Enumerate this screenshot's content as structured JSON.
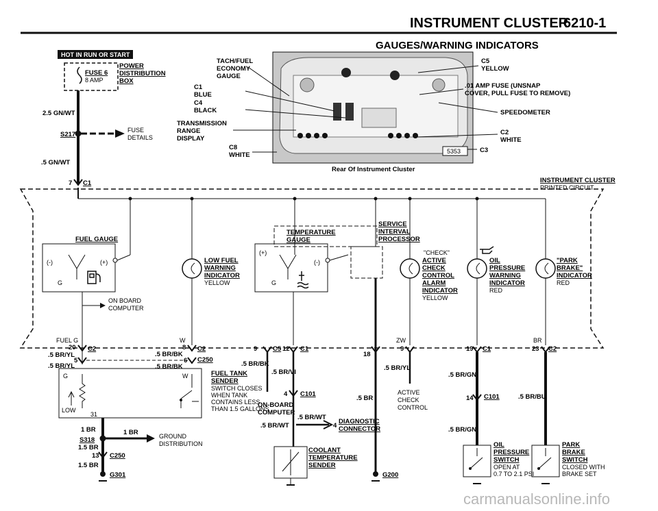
{
  "header": {
    "title": "INSTRUMENT CLUSTER",
    "page_number": "6210-1",
    "subtitle": "GAUGES/WARNING INDICATORS"
  },
  "photo": {
    "caption": "Rear Of Instrument Cluster",
    "photo_number": "5353",
    "callouts_left": {
      "tach": [
        "TACH/FUEL",
        "ECONOMY",
        "GAUGE"
      ],
      "c1": [
        "C1",
        "BLUE"
      ],
      "c4": [
        "C4",
        "BLACK"
      ],
      "trans": [
        "TRANSMISSION",
        "RANGE",
        "DISPLAY"
      ],
      "c8": [
        "C8",
        "WHITE"
      ]
    },
    "callouts_right": {
      "c5": [
        "C5",
        "YELLOW"
      ],
      "fuse": [
        ".01 AMP FUSE (UNSNAP",
        "COVER, PULL FUSE TO REMOVE)"
      ],
      "speedo": "SPEEDOMETER",
      "c2": [
        "C2",
        "WHITE"
      ],
      "c3": "C3"
    }
  },
  "power": {
    "hot_label": "HOT IN RUN OR START",
    "fuse_name": "FUSE 6",
    "fuse_rating": "8 AMP",
    "distribution": [
      "POWER",
      "DISTRIBUTION",
      "BOX"
    ],
    "wire_top": "2.5 GN/WT",
    "splice": "S217",
    "fuse_details": [
      "FUSE",
      "DETAILS"
    ],
    "wire_bottom": ".5 GN/WT",
    "pin": "7",
    "connector": "C1"
  },
  "printed_circuit": [
    "INSTRUMENT CLUSTER",
    "PRINTED CIRCUIT"
  ],
  "components": {
    "fuel_gauge": "FUEL GAUGE",
    "fuel_minus": "(-)",
    "fuel_plus": "(+)",
    "fuel_g": "G",
    "onboard_computer": [
      "ON BOARD",
      "COMPUTER"
    ],
    "low_fuel": [
      "LOW FUEL",
      "WARNING",
      "INDICATOR",
      "YELLOW"
    ],
    "temperature_gauge": [
      "TEMPERATURE",
      "GAUGE"
    ],
    "temp_plus": "(+)",
    "temp_minus": "(-)",
    "temp_g": "G",
    "service_interval": [
      "SERVICE",
      "INTERVAL",
      "PROCESSOR"
    ],
    "check_control": [
      "\"CHECK\"",
      "ACTIVE",
      "CHECK",
      "CONTROL",
      "ALARM",
      "INDICATOR",
      "YELLOW"
    ],
    "oil_indicator": [
      "OIL",
      "PRESSURE",
      "WARNING",
      "INDICATOR",
      "RED"
    ],
    "park_indicator": [
      "\"PARK",
      "BRAKE\"",
      "INDICATOR",
      "RED"
    ]
  },
  "lower": {
    "fuel_g_label": "FUEL G",
    "w_label": "W",
    "zw_label": "ZW",
    "br_label": "BR",
    "pin20": "20",
    "c2a": "C2",
    "wire_br_yl": ".5 BR/YL",
    "pin5": "5",
    "wire_br_yl2": ".5 BR/YL",
    "pin8": "8",
    "wire_br_bk": ".5 BR/BK",
    "c2b": "C2",
    "pin6": "6",
    "c250a": "C250",
    "wire_br_bk2": ".5 BR/BK",
    "pin9": "9",
    "c5": "C5",
    "pin12": "12",
    "c1a": "C1",
    "wire_br_bk3": ".5 BR/BK",
    "wire_br_vi": ".5 BR/VI",
    "pin18": "18",
    "pin9b": "9",
    "wire_br_yl3": ".5 BR/YL",
    "pin19": "19",
    "c1b": "C1",
    "wire_br_gn": ".5 BR/GN",
    "pin23": "23",
    "c2c": "C2",
    "sender_g": "G",
    "sender_w": "W",
    "sender_low": "LOW",
    "pin31": "31",
    "fuel_tank_sender": [
      "FUEL TANK",
      "SENDER",
      "SWITCH CLOSES",
      "WHEN TANK",
      "CONTAINS LESS",
      "THAN 1.5 GALLONS"
    ],
    "pin4a": "4",
    "c101a": "C101",
    "onboard_computer2": [
      "ON-BOARD",
      "COMPUTER"
    ],
    "wire_br_wt": ".5 BR/WT",
    "wire_br_wt2": ".5 BR/WT",
    "pin4b": "4",
    "diagnostic": [
      "DIAGNOSTIC",
      "CONNECTOR"
    ],
    "wire_br": ".5 BR",
    "active_check": [
      "ACTIVE",
      "CHECK",
      "CONTROL"
    ],
    "pin14": "14",
    "c101b": "C101",
    "wire_br_bu": ".5 BR/BU",
    "wire_br_gn2": ".5 BR/GN",
    "wire_1br": "1 BR",
    "wire_1br_b": "1 BR",
    "s318": "S318",
    "wire_15br": "1.5 BR",
    "pin13": "13",
    "c250b": "C250",
    "wire_15br_b": "1.5 BR",
    "g301": "G301",
    "ground_dist": [
      "GROUND",
      "DISTRIBUTION"
    ],
    "coolant": [
      "COOLANT",
      "TEMPERATURE",
      "SENDER"
    ],
    "g200": "G200",
    "oil_switch": [
      "OIL",
      "PRESSURE",
      "SWITCH",
      "OPEN AT",
      "0.7 TO 2.1 PSI"
    ],
    "park_switch": [
      "PARK",
      "BRAKE",
      "SWITCH",
      "CLOSED WITH",
      "BRAKE SET"
    ]
  },
  "watermark": "carmanualsonline.info"
}
